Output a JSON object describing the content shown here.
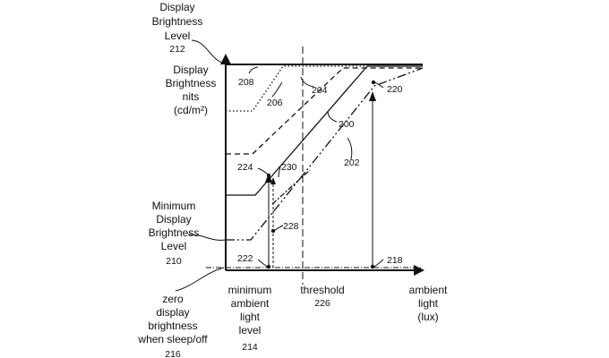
{
  "labels": {
    "max_line1": "Display",
    "max_line2": "Brightness",
    "max_line3": "Level",
    "max_ref": "212",
    "yaxis_line1": "Display",
    "yaxis_line2": "Brightness",
    "yaxis_line3": "nits",
    "yaxis_line4": "(cd/m²)",
    "min_line1": "Minimum",
    "min_line2": "Display",
    "min_line3": "Brightness",
    "min_line4": "Level",
    "min_ref": "210",
    "zero_line1": "zero",
    "zero_line2": "display",
    "zero_line3": "brightness",
    "zero_line4": "when sleep/off",
    "zero_ref": "216",
    "minamb_line1": "minimum",
    "minamb_line2": "ambient",
    "minamb_line3": "light",
    "minamb_line4": "level",
    "minamb_ref": "214",
    "threshold": "threshold",
    "threshold_ref": "226",
    "xaxis_line1": "ambient",
    "xaxis_line2": "light",
    "xaxis_line3": "(lux)"
  },
  "refs": {
    "r200": "200",
    "r202": "202",
    "r204": "204",
    "r206": "206",
    "r208": "208",
    "r218": "218",
    "r220": "220",
    "r222": "222",
    "r224": "224",
    "r228": "228",
    "r230": "230"
  }
}
